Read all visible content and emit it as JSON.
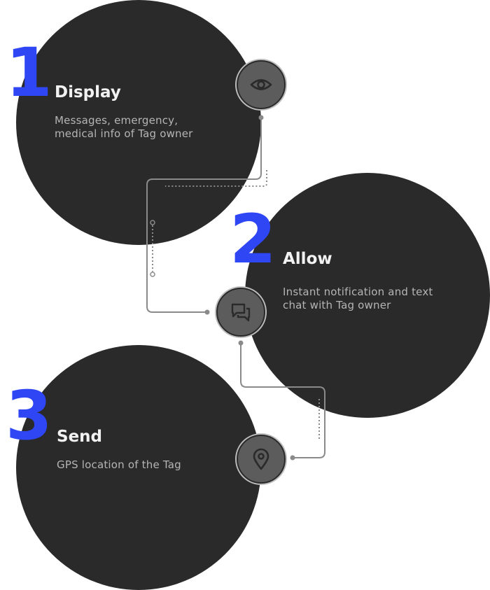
{
  "steps": [
    {
      "number": "1",
      "title": "Display",
      "description": "Messages, emergency, medical info of Tag owner",
      "icon": "eye-icon"
    },
    {
      "number": "2",
      "title": "Allow",
      "description": "Instant notification and text chat with Tag owner",
      "icon": "chat-bubbles-icon"
    },
    {
      "number": "3",
      "title": "Send",
      "description": "GPS location of the Tag",
      "icon": "location-pin-icon"
    }
  ],
  "colors": {
    "circle": "#2a2a2a",
    "number_accent": "#2f46f5",
    "title": "#f2f2f2",
    "description": "#b5b5b5",
    "icon_badge": "#5c5c5c",
    "connector": "#8a8a8a"
  }
}
